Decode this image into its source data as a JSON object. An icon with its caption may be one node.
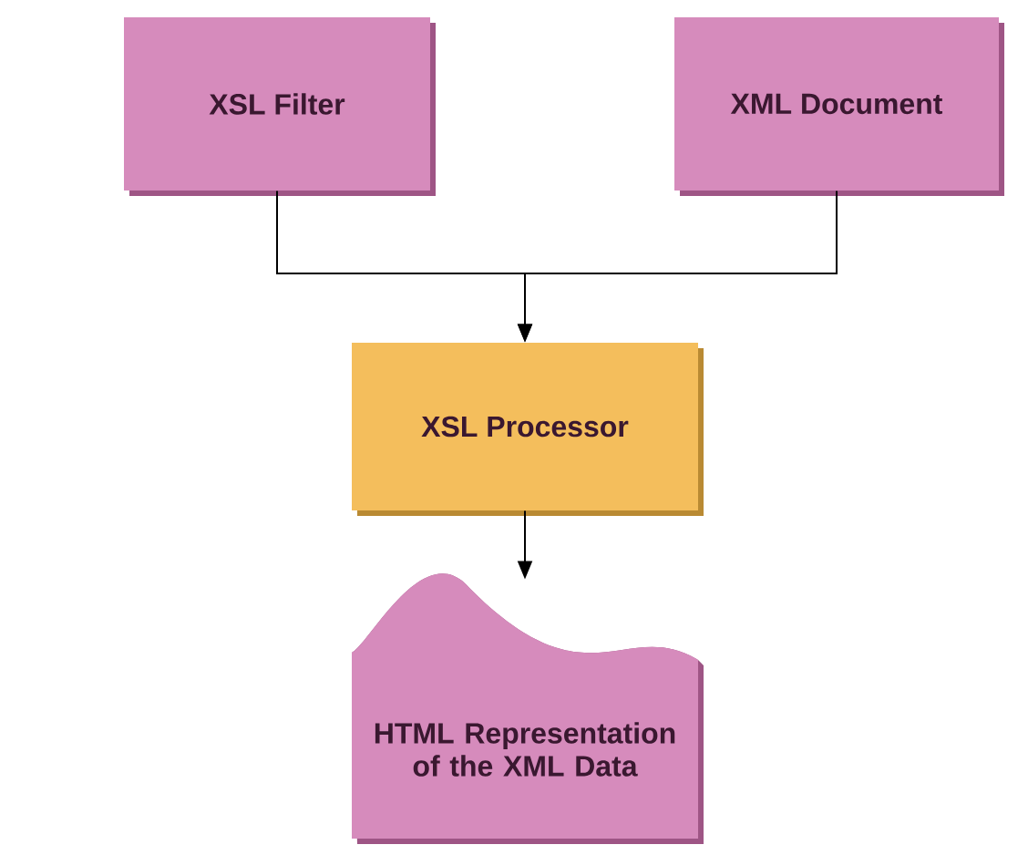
{
  "diagram": {
    "nodes": [
      {
        "text": [
          "XSL Filter"
        ]
      },
      {
        "text": [
          "XML Document"
        ]
      },
      {
        "text": [
          "XSL Processor"
        ]
      },
      {
        "text": [
          "HTML Representation of the XML Data"
        ]
      }
    ],
    "edges": [
      {
        "from": 0,
        "to": 2,
        "arrow": "to"
      },
      {
        "from": 1,
        "to": 2,
        "arrow": "to"
      },
      {
        "from": 2,
        "to": 3,
        "arrow": "to"
      }
    ]
  }
}
